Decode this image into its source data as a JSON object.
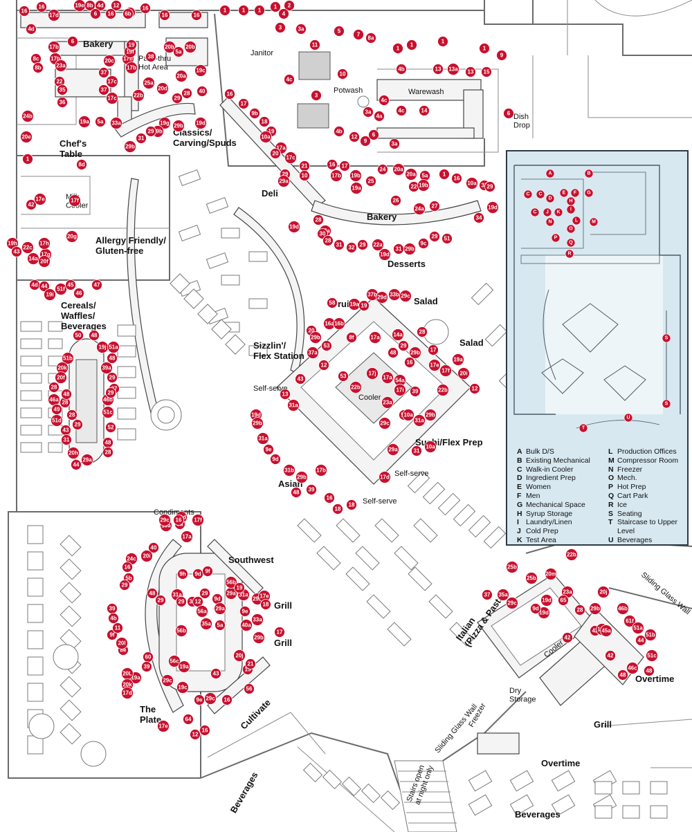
{
  "areas": {
    "bakery_top": "Bakery",
    "pass_thru": "Pass-thru\nHot Area",
    "janitor": "Janitor",
    "potwash": "Potwash",
    "warewash": "Warewash",
    "dish_drop": "Dish\nDrop",
    "classics": "Classics/\nCarving/Spuds",
    "chefs_table": "Chef's\nTable",
    "milk_cooler": "Milk\nCooler",
    "deli": "Deli",
    "bakery_mid": "Bakery",
    "desserts": "Desserts",
    "allergy": "Allergy Friendly/\nGluten-free",
    "cereals": "Cereals/\nWaffles/\nBeverages",
    "fruit": "Fruit",
    "salad_1": "Salad",
    "salad_2": "Salad",
    "sizzlin": "Sizzlin'/\nFlex Station",
    "self_serve_1": "Self-serve",
    "self_serve_2": "Self-serve",
    "self_serve_3": "Self-serve",
    "cooler_1": "Cooler",
    "sushi": "Sushi/Flex Prep",
    "asian": "Asian",
    "condiments": "Condiments",
    "southwest": "Southwest",
    "grill_1": "Grill",
    "grill_2": "Grill",
    "the_plate": "The\nPlate",
    "cultivate": "Cultivate",
    "italian": "Italian\n(Pizza & Pasta)",
    "cooler_2": "Cooler",
    "dry_storage": "Dry\nStorage",
    "freezer": "Freezer",
    "sliding_glass_1": "Sliding Glass Wall",
    "sliding_glass_2": "Sliding Glass Wall",
    "stairs": "Stairs open\nat night only",
    "overtime_1": "Overtime",
    "overtime_2": "Overtime",
    "grill_3": "Grill",
    "beverages_1": "Beverages",
    "beverages_2": "Beverages"
  },
  "legend": {
    "left": [
      {
        "key": "A",
        "text": "Bulk D/S"
      },
      {
        "key": "B",
        "text": "Existing Mechanical"
      },
      {
        "key": "C",
        "text": "Walk-in Cooler"
      },
      {
        "key": "D",
        "text": "Ingredient Prep"
      },
      {
        "key": "E",
        "text": "Women"
      },
      {
        "key": "F",
        "text": "Men"
      },
      {
        "key": "G",
        "text": "Mechanical Space"
      },
      {
        "key": "H",
        "text": "Syrup Storage"
      },
      {
        "key": "I",
        "text": "Laundry/Linen"
      },
      {
        "key": "J",
        "text": "Cold Prep"
      },
      {
        "key": "K",
        "text": "Test Area"
      }
    ],
    "right": [
      {
        "key": "L",
        "text": "Production Offices"
      },
      {
        "key": "M",
        "text": "Compressor Room"
      },
      {
        "key": "N",
        "text": "Freezer"
      },
      {
        "key": "O",
        "text": "Mech."
      },
      {
        "key": "P",
        "text": "Hot Prep"
      },
      {
        "key": "Q",
        "text": "Cart Park"
      },
      {
        "key": "R",
        "text": "Ice"
      },
      {
        "key": "S",
        "text": "Seating"
      },
      {
        "key": "T",
        "text": "Staircase to Upper Level"
      },
      {
        "key": "U",
        "text": "Beverages"
      }
    ]
  },
  "inset_tags": [
    "A",
    "B",
    "C",
    "C",
    "D",
    "E",
    "F",
    "G",
    "H",
    "I",
    "J",
    "K",
    "C",
    "L",
    "M",
    "N",
    "O",
    "P",
    "Q",
    "R",
    "S",
    "S",
    "T",
    "U"
  ],
  "tags": [
    "16",
    "17d",
    "19e",
    "8b",
    "4d",
    "12",
    "6",
    "16",
    "16",
    "1",
    "1",
    "1",
    "1",
    "2",
    "3",
    "3a",
    "4",
    "5",
    "7",
    "8a",
    "6",
    "16",
    "4d",
    "17b",
    "6",
    "6b",
    "16",
    "16",
    "17b",
    "17b",
    "20b",
    "20b",
    "5a",
    "19f",
    "19",
    "23a",
    "22",
    "35",
    "37",
    "17c",
    "37",
    "17c",
    "22b",
    "36",
    "19a",
    "5a",
    "8c",
    "8b",
    "20c",
    "17b",
    "38",
    "25a",
    "20d",
    "20a",
    "28",
    "29",
    "40",
    "19c",
    "19d",
    "1",
    "1",
    "1",
    "1",
    "1",
    "9",
    "11",
    "10",
    "3",
    "3a",
    "4a",
    "4b",
    "4c",
    "4c",
    "13",
    "13a",
    "13",
    "15",
    "6",
    "14",
    "4c",
    "6",
    "3a",
    "19g",
    "29b",
    "29b",
    "33a",
    "29b",
    "31",
    "29",
    "20e",
    "24b",
    "8d",
    "1",
    "42",
    "17e",
    "17f",
    "19h",
    "43",
    "14a",
    "22c",
    "17g",
    "17h",
    "20f",
    "20g",
    "4d",
    "44",
    "51f",
    "45",
    "46",
    "19i",
    "47",
    "16",
    "17",
    "9b",
    "18",
    "19",
    "10a",
    "17a",
    "17c",
    "21",
    "20",
    "10",
    "29",
    "29a",
    "4b",
    "12",
    "9",
    "16",
    "17",
    "17b",
    "19b",
    "19a",
    "25",
    "24",
    "20a",
    "20a",
    "22",
    "5a",
    "19b",
    "26",
    "24a",
    "27",
    "1",
    "16",
    "10a",
    "33",
    "34",
    "19d",
    "29",
    "19d",
    "28",
    "17a",
    "30",
    "28",
    "31",
    "32",
    "29",
    "22a",
    "19d",
    "31",
    "29b",
    "9c",
    "29",
    "51",
    "50",
    "48",
    "19j",
    "51a",
    "51b",
    "48",
    "20k",
    "39a",
    "20f",
    "29",
    "28",
    "27",
    "46a",
    "46b",
    "49",
    "51c",
    "51d",
    "43",
    "31",
    "20h",
    "29a",
    "44",
    "52",
    "48",
    "28",
    "29",
    "28",
    "48",
    "28",
    "29",
    "37b",
    "29d",
    "33b",
    "29c",
    "58",
    "19a",
    "19",
    "20",
    "16a",
    "16b",
    "8f",
    "17a",
    "14a",
    "29",
    "48",
    "28",
    "29b",
    "16",
    "17",
    "17e",
    "17f",
    "19a",
    "20i",
    "12",
    "22b",
    "54a",
    "17a",
    "17i",
    "17j",
    "53",
    "22b",
    "23a",
    "5b",
    "31a",
    "29b",
    "39",
    "10a",
    "10a",
    "31",
    "29a",
    "29c",
    "29b",
    "53",
    "37a",
    "43",
    "12",
    "13",
    "31a",
    "19d",
    "29b",
    "31a",
    "9e",
    "9d",
    "31b",
    "29b",
    "48",
    "39",
    "17b",
    "16",
    "18",
    "18",
    "17d",
    "22d",
    "19a",
    "5a",
    "29c",
    "16",
    "17f",
    "17a",
    "40",
    "20i",
    "24c",
    "16",
    "5b",
    "29",
    "31a",
    "29",
    "31",
    "29",
    "9d",
    "29a",
    "29a",
    "31a",
    "29b",
    "33a",
    "29b",
    "17",
    "12",
    "35a",
    "5a",
    "56a",
    "56b",
    "56c",
    "60",
    "39",
    "19a",
    "29c",
    "19c",
    "9e",
    "29c",
    "16",
    "43",
    "15",
    "56",
    "64",
    "12",
    "16",
    "17e",
    "19a",
    "20L",
    "20k",
    "17d",
    "8e",
    "9f",
    "39",
    "4b",
    "11",
    "20l",
    "48",
    "29",
    "9h",
    "9d",
    "9f",
    "56b",
    "19",
    "9e",
    "40a",
    "17e",
    "18",
    "20j",
    "21",
    "22b",
    "25b",
    "25b",
    "20m",
    "19d",
    "23a",
    "20j",
    "28",
    "29b",
    "65",
    "19d",
    "9d",
    "37",
    "35a",
    "29c",
    "42",
    "42",
    "42",
    "19b",
    "45a",
    "46b",
    "61f",
    "51a",
    "44",
    "51b",
    "51c",
    "48",
    "46c",
    "48"
  ]
}
